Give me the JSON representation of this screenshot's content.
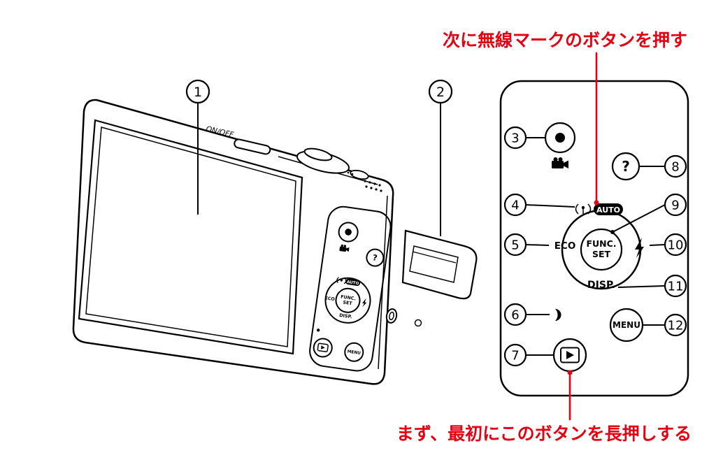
{
  "figure": {
    "top_instruction": "次に無線マークのボタンを押す",
    "bottom_instruction": "まず、最初にこのボタンを長押しする",
    "accent_color": "#e50012"
  },
  "callouts": [
    "1",
    "2",
    "3",
    "4",
    "5",
    "6",
    "7",
    "8",
    "9",
    "10",
    "11",
    "12"
  ],
  "labels": {
    "on_off": "ON/OFF",
    "auto": "AUTO",
    "eco": "ECO",
    "func": "FUNC.",
    "set": "SET",
    "disp": "DISP.",
    "menu": "MENU",
    "help": "?"
  }
}
